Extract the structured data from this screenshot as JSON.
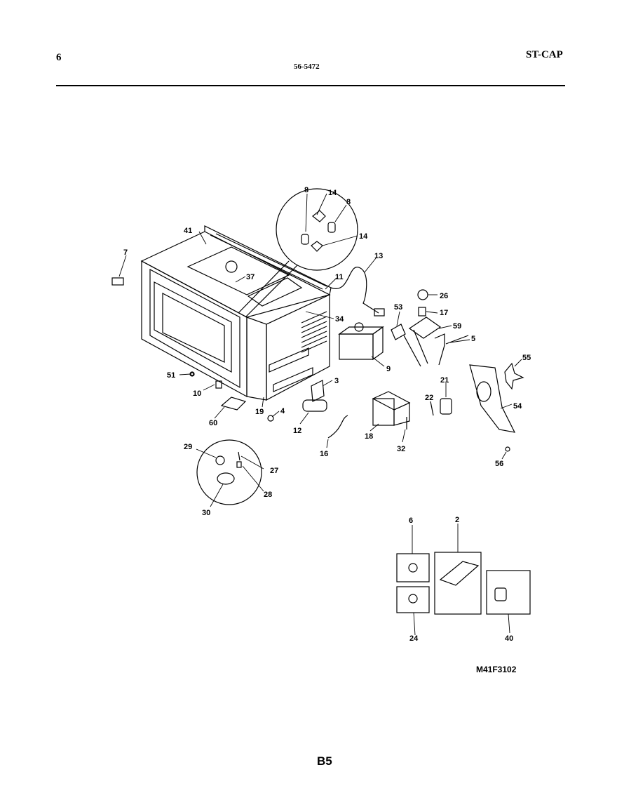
{
  "header": {
    "page_number": "6",
    "document_number": "56-5472",
    "brand": "ST-CAP"
  },
  "labels": {
    "p41": "41",
    "p7": "7",
    "p37": "37",
    "p8a": "8",
    "p14a": "14",
    "p8b": "8",
    "p14b": "14",
    "p13": "13",
    "p11": "11",
    "p34": "34",
    "p26": "26",
    "p17": "17",
    "p53": "53",
    "p59": "59",
    "p5": "5",
    "p9": "9",
    "p55": "55",
    "p51": "51",
    "p10": "10",
    "p3": "3",
    "p21": "21",
    "p54": "54",
    "p22": "22",
    "p19": "19",
    "p4": "4",
    "p60": "60",
    "p12": "12",
    "p18": "18",
    "p32": "32",
    "p16": "16",
    "p56": "56",
    "p29": "29",
    "p27": "27",
    "p28": "28",
    "p30": "30",
    "p6": "6",
    "p2": "2",
    "p24": "24",
    "p40": "40"
  },
  "model_code": "M41F3102",
  "footer_code": "B5"
}
